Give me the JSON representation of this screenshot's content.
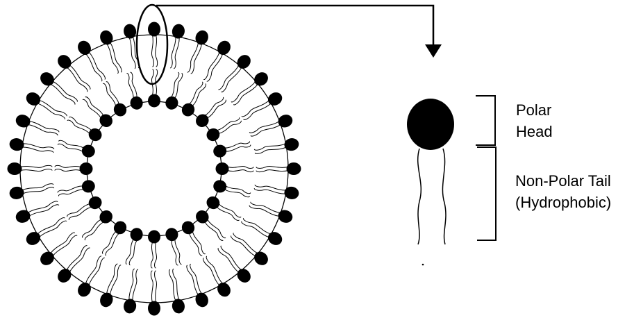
{
  "colors": {
    "background": "#ffffff",
    "ink": "#000000",
    "head_fill": "#000000"
  },
  "liposome": {
    "outer_heads": 36,
    "inner_heads": 24
  },
  "labels": {
    "polar_head": [
      "Polar",
      "Head"
    ],
    "non_polar_tail": [
      "Non-Polar Tail",
      "(Hydrophobic)"
    ]
  },
  "icons": {
    "callout_arrow": "arrow-down-icon",
    "highlight": "ellipse-outline"
  }
}
